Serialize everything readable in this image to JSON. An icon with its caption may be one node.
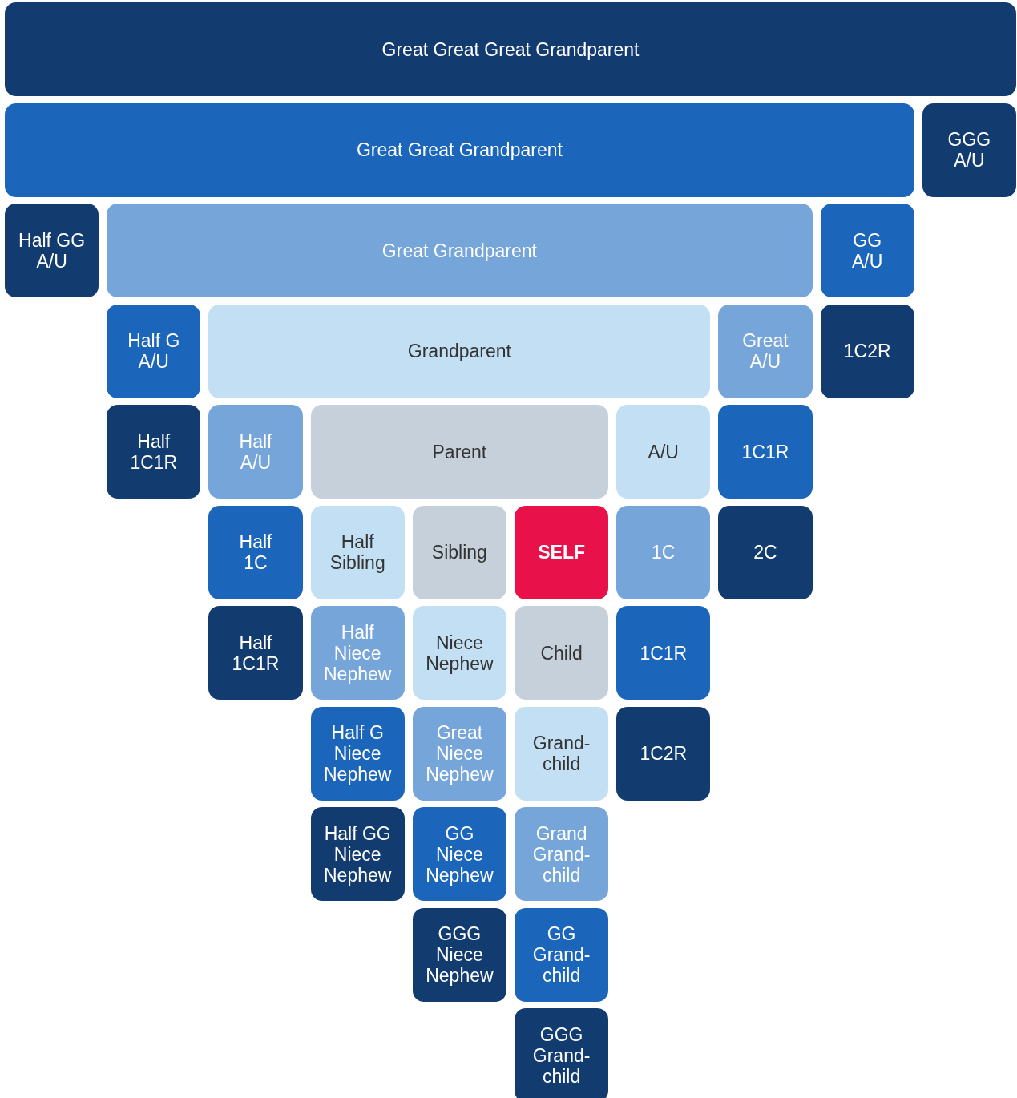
{
  "diagram": {
    "nodes": [
      {
        "text": [
          "Great Great Great Grandparent"
        ]
      },
      {
        "text": [
          "Great Great Grandparent"
        ]
      },
      {
        "text": [
          "GGG A/U"
        ]
      },
      {
        "text": [
          "Half GG A/U"
        ]
      },
      {
        "text": [
          "Great Grandparent"
        ]
      },
      {
        "text": [
          "GG A/U"
        ]
      },
      {
        "text": [
          "Half G A/U"
        ]
      },
      {
        "text": [
          "Grandparent"
        ]
      },
      {
        "text": [
          "Great A/U"
        ]
      },
      {
        "text": [
          "1C2R"
        ]
      },
      {
        "text": [
          "Half 1C1R"
        ]
      },
      {
        "text": [
          "Half A/U"
        ]
      },
      {
        "text": [
          "Parent"
        ]
      },
      {
        "text": [
          "A/U"
        ]
      },
      {
        "text": [
          "1C1R"
        ]
      },
      {
        "text": [
          "Half 1C"
        ]
      },
      {
        "text": [
          "Half Sibling"
        ]
      },
      {
        "text": [
          "Sibling"
        ]
      },
      {
        "text": [
          "SELF"
        ]
      },
      {
        "text": [
          "1C"
        ]
      },
      {
        "text": [
          "2C"
        ]
      },
      {
        "text": [
          "Half 1C1R"
        ]
      },
      {
        "text": [
          "Half Niece Nephew"
        ]
      },
      {
        "text": [
          "Niece Nephew"
        ]
      },
      {
        "text": [
          "Child"
        ]
      },
      {
        "text": [
          "1C1R"
        ]
      },
      {
        "text": [
          "Half G Niece Nephew"
        ]
      },
      {
        "text": [
          "Great Niece Nephew"
        ]
      },
      {
        "text": [
          "Grand- child"
        ]
      },
      {
        "text": [
          "1C2R"
        ]
      },
      {
        "text": [
          "Half GG Niece Nephew"
        ]
      },
      {
        "text": [
          "GG Niece Nephew"
        ]
      },
      {
        "text": [
          "Grand Grand- child"
        ]
      },
      {
        "text": [
          "GGG Niece Nephew"
        ]
      },
      {
        "text": [
          "GG Grand- child"
        ]
      },
      {
        "text": [
          "GGG Grand- child"
        ]
      }
    ]
  }
}
